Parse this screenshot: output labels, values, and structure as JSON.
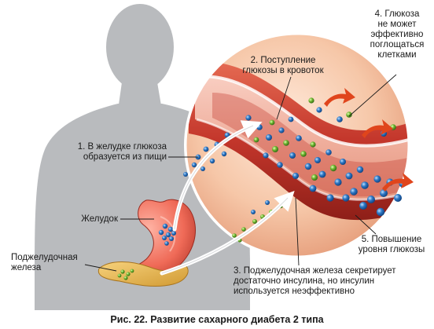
{
  "labels": {
    "step1": "1. В желудке глюкоза\nобразуется из пищи",
    "step2": "2. Поступление\nглюкозы в кровоток",
    "step3": "3. Поджелудочная железа секретирует\nдостаточно инсулина, но инсулин\nиспользуется неэффективно",
    "step4": "4. Глюкоза\nне может\nэффективно\nпоглощаться\nклетками",
    "step5": "5. Повышение\nуровня глюкозы",
    "stomach": "Желудок",
    "pancreas": "Поджелудочная\nжелеза"
  },
  "caption": "Рис. 22. Развитие сахарного диабета 2 типа",
  "colors": {
    "silhouette": "#b9bbbe",
    "vessel": "#c3362b",
    "glucose": "#1f5fa8",
    "insulin": "#5d9e2a",
    "arrow": "#e0451c"
  }
}
